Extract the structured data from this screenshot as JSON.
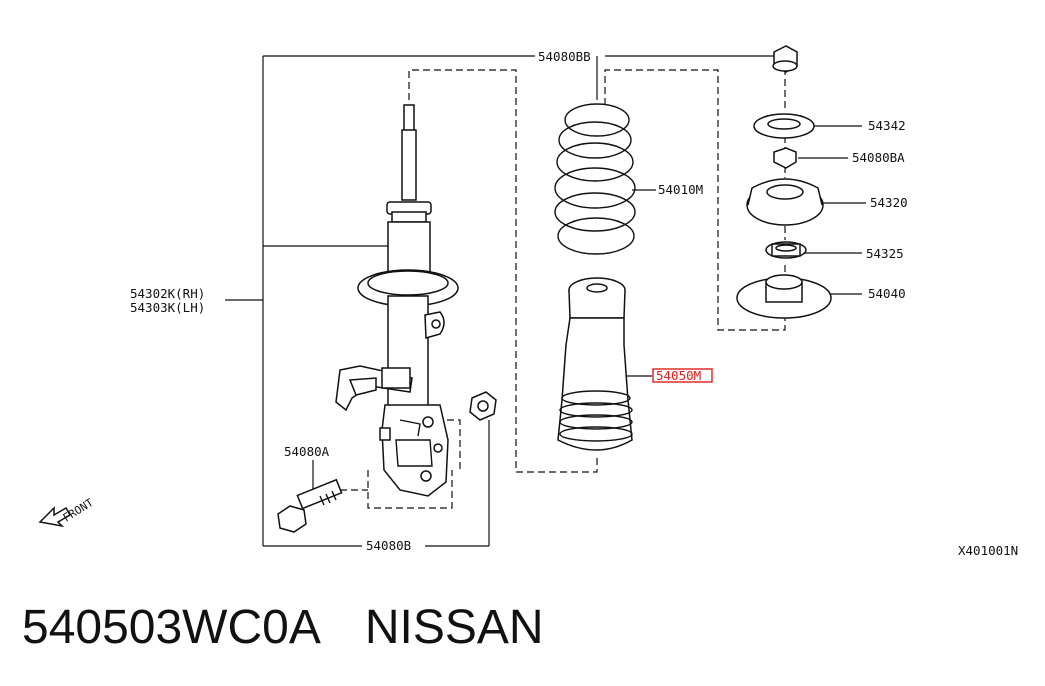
{
  "callouts": {
    "strut_bolt_set": "54080BB",
    "strut_rh": "54302K(RH)",
    "strut_lh": "54303K(LH)",
    "coil_spring": "54010M",
    "bound_bumper": "54050M",
    "knuckle_bolt": "54080A",
    "knuckle_bolt_set": "54080B",
    "washer": "54342",
    "nut": "54080BA",
    "mount_insulator": "54320",
    "bearing": "54325",
    "spring_seat": "54040",
    "front_arrow": "FRONT",
    "figure_code": "X401001N"
  },
  "caption": {
    "part_number": "540503WC0A",
    "brand": "NISSAN"
  },
  "colors": {
    "highlight": "#e0201a",
    "line": "#111111"
  }
}
